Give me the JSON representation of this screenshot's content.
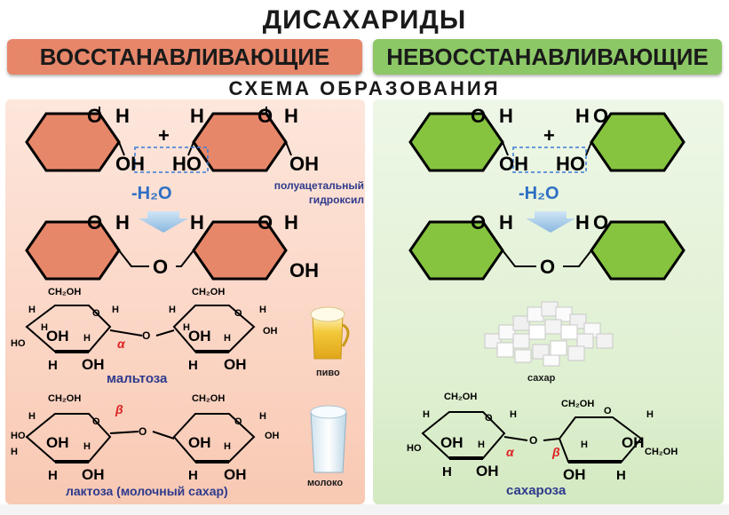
{
  "title": "ДИСАХАРИДЫ",
  "left_header": "ВОССТАНАВЛИВАЮЩИЕ",
  "right_header": "НЕВОССТАНАВЛИВАЮЩИЕ",
  "subtitle": "СХЕМА ОБРАЗОВАНИЯ",
  "scheme": {
    "plus": "+",
    "water": "-H₂O",
    "o": "O",
    "h": "H",
    "oh": "OH",
    "ho": "HO",
    "bridge_o": "O"
  },
  "left": {
    "hemiacetal_label_1": "полуацетальный",
    "hemiacetal_label_2": "гидроксил",
    "maltose": "мальтоза",
    "lactose": "лактоза (молочный сахар)",
    "beer": "пиво",
    "milk": "молоко",
    "alpha": "α",
    "beta": "β"
  },
  "right": {
    "sugar": "сахар",
    "sucrose": "сахароза",
    "alpha": "α",
    "beta": "β"
  },
  "formula": {
    "ch2oh": "CH₂OH",
    "h": "H",
    "oh": "OH",
    "ho": "HO",
    "o": "O"
  },
  "colors": {
    "left_accent": "#e7876a",
    "right_accent": "#8cc866",
    "caption": "#2d3a8c"
  }
}
